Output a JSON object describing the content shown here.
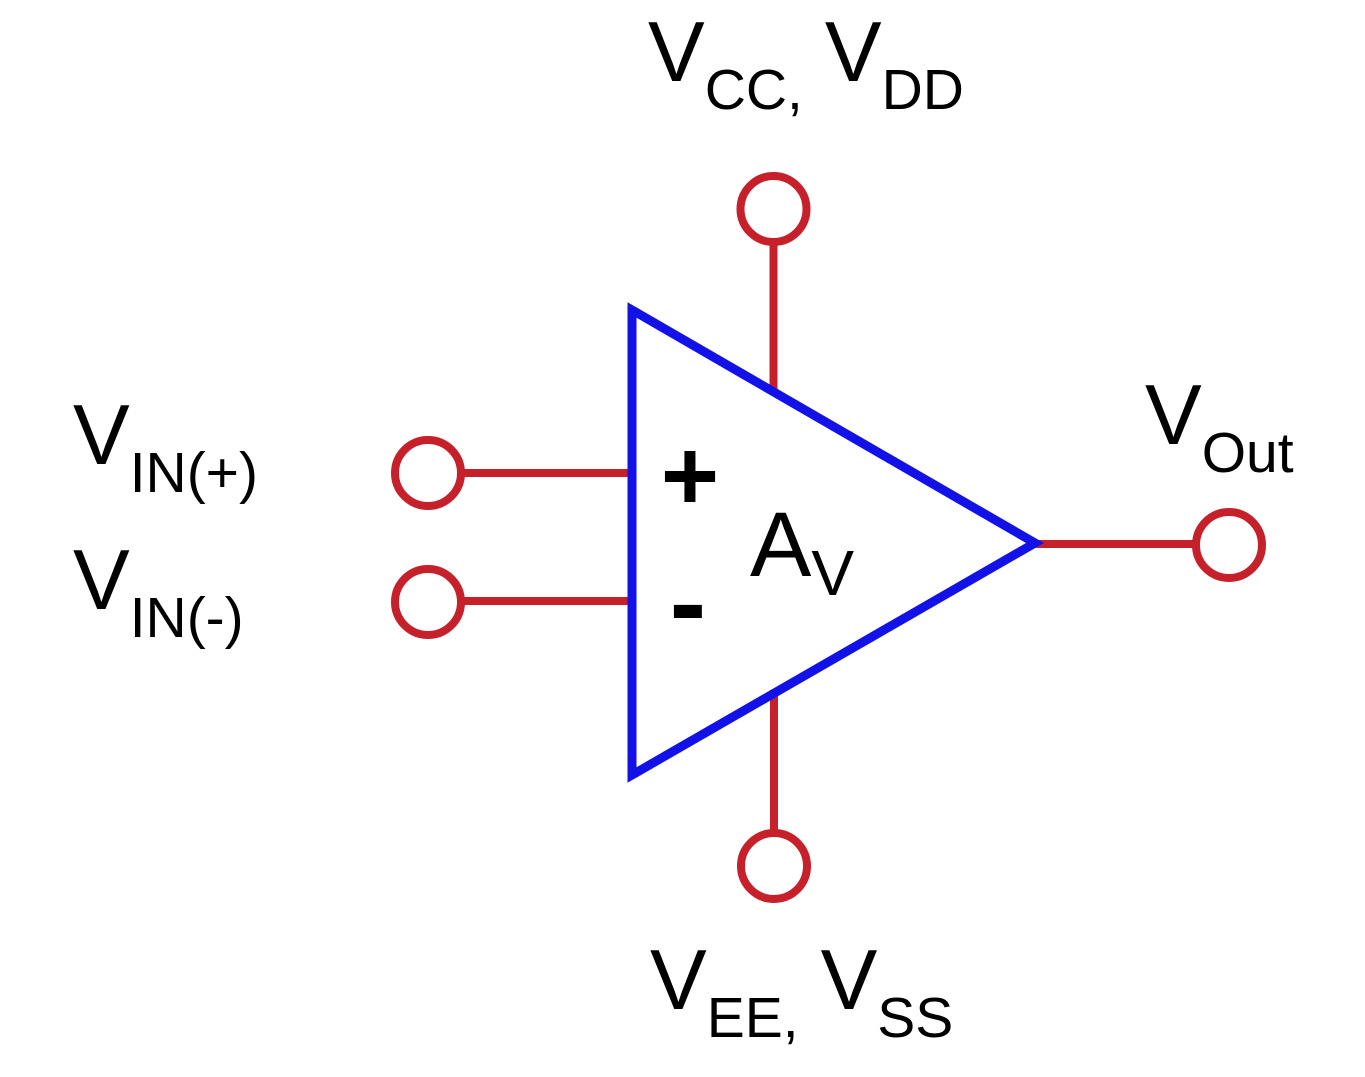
{
  "colors": {
    "wire_red": "#c6212b",
    "opamp_blue": "#1212e8",
    "label_black": "#000000",
    "background": "#ffffff"
  },
  "opamp": {
    "gain": {
      "main": "A",
      "sub": "V"
    },
    "noninverting_sign": "+",
    "inverting_sign": "-"
  },
  "terminals": {
    "supply_top": {
      "parts": [
        {
          "main": "V",
          "sub": "CC,"
        },
        {
          "main": "V",
          "sub": "DD"
        }
      ]
    },
    "supply_bottom": {
      "parts": [
        {
          "main": "V",
          "sub": "EE,"
        },
        {
          "main": "V",
          "sub": "SS"
        }
      ]
    },
    "input_noninverting": {
      "main": "V",
      "sub": "IN(+)"
    },
    "input_inverting": {
      "main": "V",
      "sub": "IN(-)"
    },
    "output": {
      "main": "V",
      "sub": "Out"
    }
  }
}
